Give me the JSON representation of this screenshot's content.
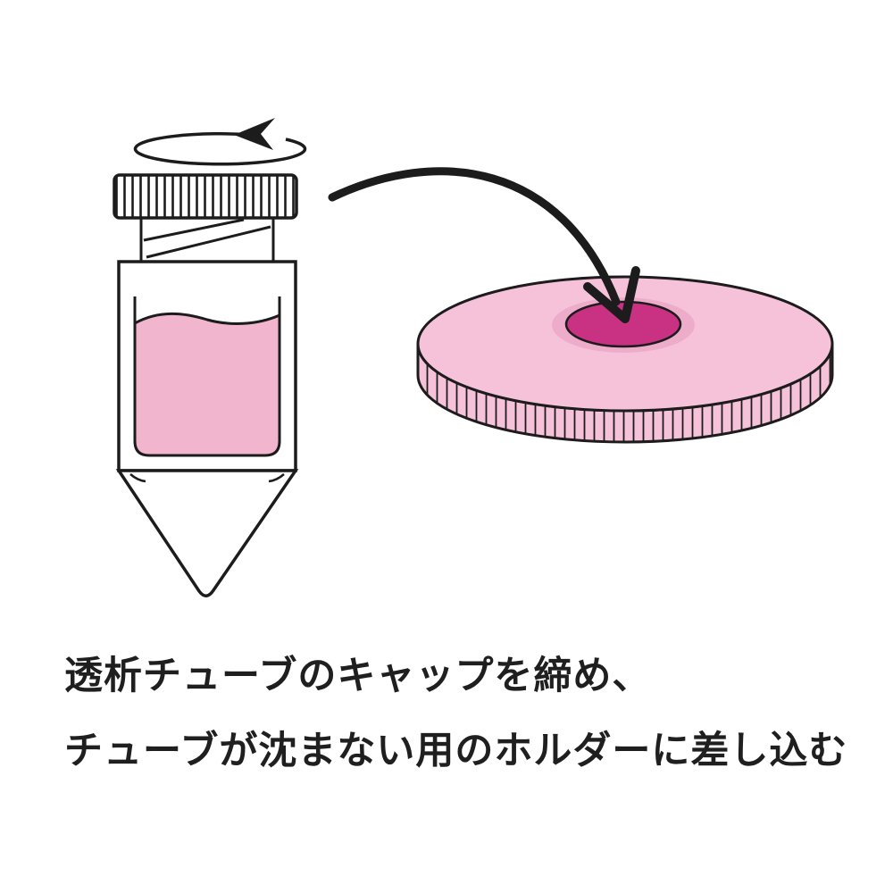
{
  "caption": {
    "line1": "透析チューブのキャップを締め、",
    "line2": "チューブが沈まない用のホルダーに差し込む"
  },
  "colors": {
    "outline": "#1c1c1c",
    "liquid": "#f1b6cd",
    "disc_face": "#f6c2d9",
    "disc_ring": "#eeaccb",
    "hole": "#c93183",
    "background": "#ffffff",
    "text": "#1f1f1f"
  },
  "icons": {
    "rotation_arrow": "counterclockwise-rotation-arrow",
    "insert_arrow": "curved-insert-arrow"
  }
}
